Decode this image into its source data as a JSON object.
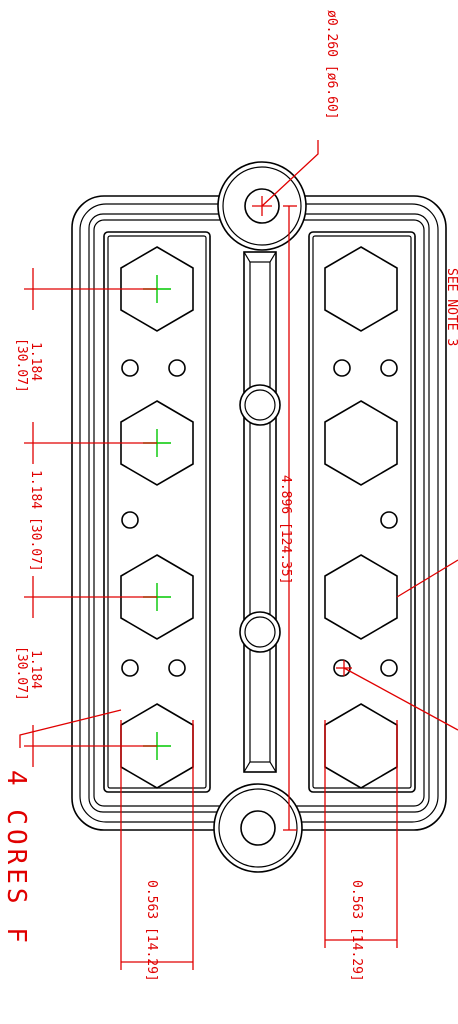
{
  "drawing": {
    "hole_dia": "ø0.260 [ø6.60]",
    "center_span": "4.896 [124.35]",
    "pitch_1": "1.184\n[30.07]",
    "pitch_1_a": "1.184",
    "pitch_1_b": "[30.07]",
    "pitch_2": "1.184 [30.07]",
    "pitch_3_a": "1.184",
    "pitch_3_b": "[30.07]",
    "hex_width_left": "0.563 [14.29]",
    "hex_width_right": "0.563 [14.29]",
    "note_cores": "4 CORES F",
    "note_right_partial": "SEE NOTE 3",
    "colors": {
      "outline": "#000000",
      "dimension": "#e00000",
      "centermark": "#00c800"
    }
  }
}
